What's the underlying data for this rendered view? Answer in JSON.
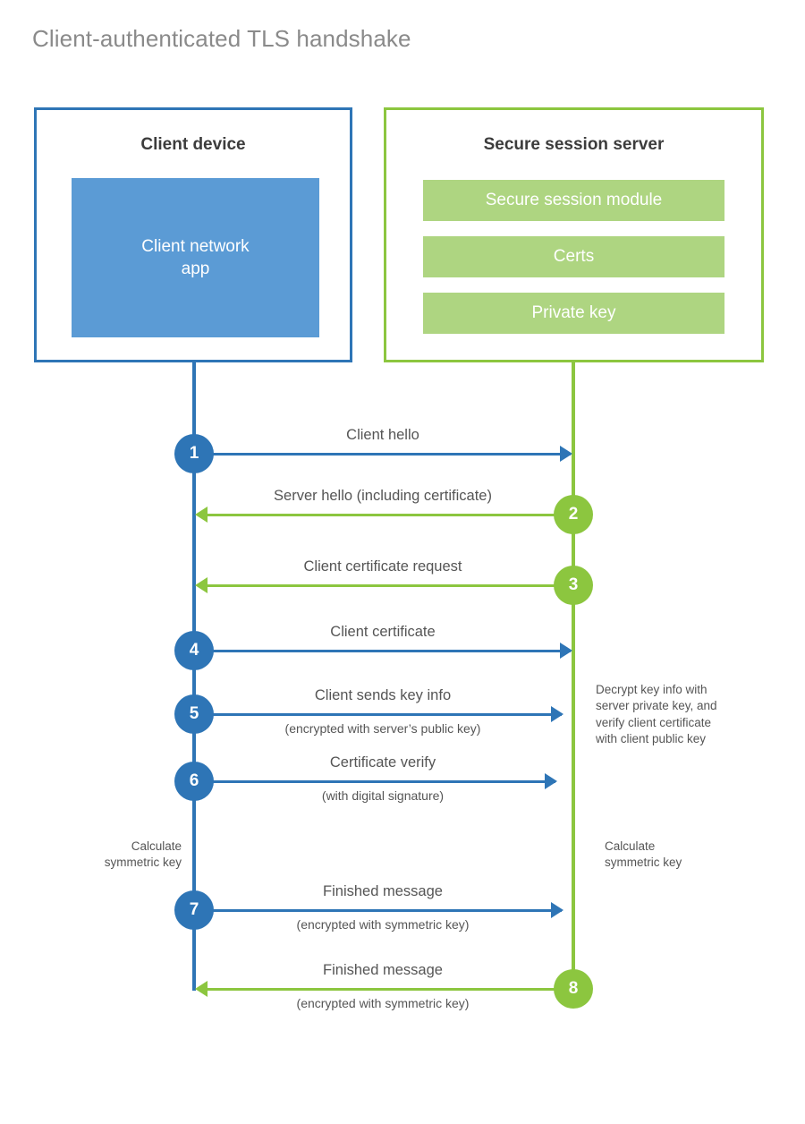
{
  "title": "Client-authenticated TLS handshake",
  "colors": {
    "client_accent": "#2e75b6",
    "client_fill": "#5b9bd5",
    "server_accent": "#8cc63f",
    "server_fill": "#aed581",
    "title_text": "#8a8a8a",
    "body_text": "#555555",
    "heading_text": "#3c3c3c",
    "background": "#ffffff"
  },
  "client": {
    "title": "Client device",
    "app_label_line1": "Client network",
    "app_label_line2": "app"
  },
  "server": {
    "title": "Secure session server",
    "components": [
      "Secure session module",
      "Certs",
      "Private key"
    ]
  },
  "messages": [
    {
      "step": "1",
      "label": "Client hello",
      "sublabel": "",
      "direction": "client-to-server",
      "color": "blue"
    },
    {
      "step": "2",
      "label": "Server hello (including certificate)",
      "sublabel": "",
      "direction": "server-to-client",
      "color": "green"
    },
    {
      "step": "3",
      "label": "Client certificate request",
      "sublabel": "",
      "direction": "server-to-client",
      "color": "green"
    },
    {
      "step": "4",
      "label": "Client certificate",
      "sublabel": "",
      "direction": "client-to-server",
      "color": "blue"
    },
    {
      "step": "5",
      "label": "Client sends key info",
      "sublabel": "(encrypted with server’s public key)",
      "direction": "client-to-server",
      "color": "blue"
    },
    {
      "step": "6",
      "label": "Certificate verify",
      "sublabel": "(with digital signature)",
      "direction": "client-to-server",
      "color": "blue"
    },
    {
      "step": "7",
      "label": "Finished message",
      "sublabel": "(encrypted with symmetric key)",
      "direction": "client-to-server",
      "color": "blue"
    },
    {
      "step": "8",
      "label": "Finished message",
      "sublabel": "(encrypted with symmetric key)",
      "direction": "server-to-client",
      "color": "green"
    }
  ],
  "notes": {
    "decrypt": {
      "lines": [
        "Decrypt key info with",
        "server private key, and",
        "verify client certificate",
        "with client public key"
      ]
    },
    "client_symmetric_key": {
      "lines": [
        "Calculate",
        "symmetric key"
      ]
    },
    "server_symmetric_key": {
      "lines": [
        "Calculate",
        "symmetric key"
      ]
    }
  }
}
